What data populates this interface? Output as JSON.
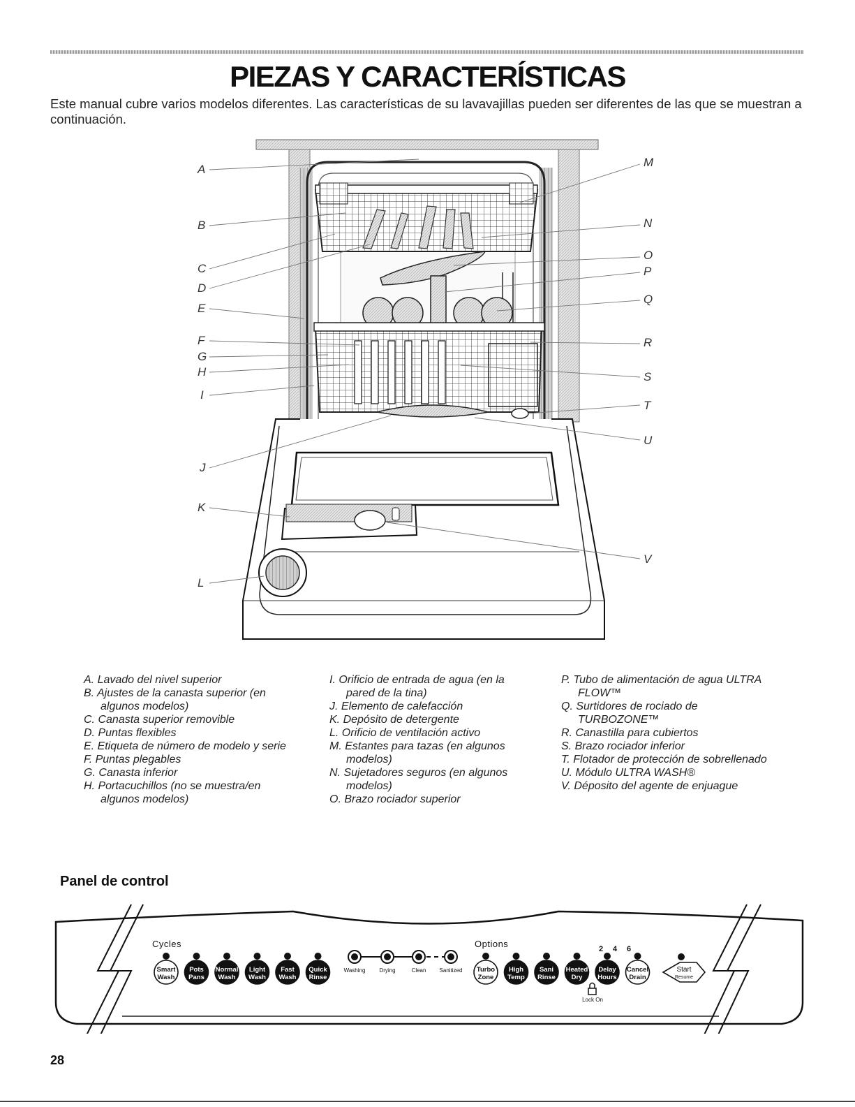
{
  "title": "PIEZAS Y CARACTERÍSTICAS",
  "intro": "Este manual cubre varios modelos diferentes. Las características de su lavavajillas pueden ser diferentes de las que se muestran a continuación.",
  "callouts_left": [
    "A",
    "B",
    "C",
    "D",
    "E",
    "F",
    "G",
    "H",
    "I",
    "J",
    "K",
    "L"
  ],
  "callouts_right": [
    "M",
    "N",
    "O",
    "P",
    "Q",
    "R",
    "S",
    "T",
    "U",
    "V"
  ],
  "legend": {
    "col1": [
      "A. Lavado del nivel superior",
      "B. Ajustes de la canasta superior (en algunos modelos)",
      "C. Canasta superior removible",
      "D. Puntas flexibles",
      "E. Etiqueta de número de modelo y serie",
      "F. Puntas plegables",
      "G. Canasta inferior",
      "H. Portacuchillos (no se muestra/en algunos modelos)"
    ],
    "col2": [
      "I. Orificio de entrada de agua (en la pared de la tina)",
      "J. Elemento de calefacción",
      "K. Depósito de detergente",
      "L. Orificio de ventilación activo",
      "M. Estantes para tazas (en algunos modelos)",
      "N. Sujetadores seguros (en algunos modelos)",
      "O. Brazo rociador superior"
    ],
    "col3": [
      "P. Tubo de alimentación de agua ULTRA FLOW™",
      "Q. Surtidores de rociado de TURBOZONE™",
      "R. Canastilla para cubiertos",
      "S. Brazo rociador inferior",
      "T. Flotador de protección de sobrellenado",
      "U. Módulo ULTRA WASH®",
      "V. Déposito del agente de enjuague"
    ]
  },
  "control_panel": {
    "heading": "Panel de control",
    "cycles_label": "Cycles",
    "options_label": "Options",
    "cycles": [
      {
        "l1": "Smart",
        "l2": "Wash",
        "filled": false
      },
      {
        "l1": "Pots",
        "l2": "Pans",
        "filled": true
      },
      {
        "l1": "Normal",
        "l2": "Wash",
        "filled": true
      },
      {
        "l1": "Light",
        "l2": "Wash",
        "filled": true
      },
      {
        "l1": "Fast",
        "l2": "Wash",
        "filled": true
      },
      {
        "l1": "Quick",
        "l2": "Rinse",
        "filled": true
      }
    ],
    "status": [
      "Washing",
      "Drying",
      "Clean",
      "Sanitized"
    ],
    "options": [
      {
        "l1": "Turbo",
        "l2": "Zone",
        "filled": false
      },
      {
        "l1": "High",
        "l2": "Temp",
        "filled": true
      },
      {
        "l1": "Sani",
        "l2": "Rinse",
        "filled": true
      },
      {
        "l1": "Heated",
        "l2": "Dry",
        "filled": true
      },
      {
        "l1": "Delay",
        "l2": "Hours",
        "filled": true
      },
      {
        "l1": "Cancel",
        "l2": "Drain",
        "filled": false
      }
    ],
    "delay_hours": [
      "2",
      "4",
      "6"
    ],
    "start": {
      "l1": "Start",
      "l2": "Resume"
    },
    "lock_label": "Lock On"
  },
  "page_number": "28"
}
